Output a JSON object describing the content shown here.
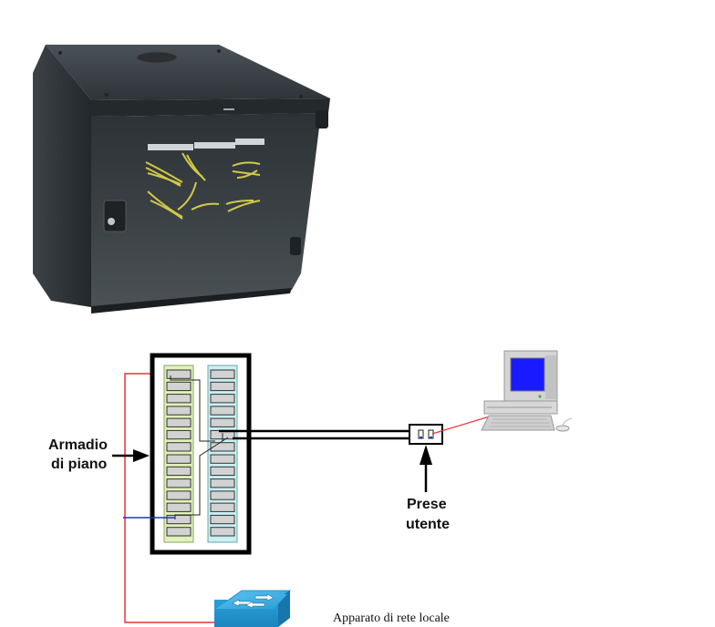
{
  "figure": {
    "type": "network-cabling-diagram",
    "photo": {
      "subject": "wall-mounted network rack cabinet with glass door and yellow patch cords",
      "panel_labels_visible": false
    },
    "labels": {
      "floor_cabinet_line1": "Armadio",
      "floor_cabinet_line2": "di piano",
      "user_outlets_line1": "Prese",
      "user_outlets_line2": "utente",
      "lan_device": "Apparato di rete locale"
    },
    "patch_panel": {
      "left_column_ports": 14,
      "right_column_ports": 14,
      "left_column_color": "#dff2b8",
      "right_column_color": "#c9f0f4"
    },
    "icons": {
      "cabinet": "rack-cabinet-photo",
      "computer": "desktop-computer-icon",
      "switch": "network-switch-icon",
      "outlet": "wall-outlet-icon"
    },
    "colors": {
      "red_cable": "#e8333a",
      "blue_cable": "#1f33d6",
      "screen_blue": "#1a1aff",
      "switch_blue": "#2a9fd8"
    }
  }
}
